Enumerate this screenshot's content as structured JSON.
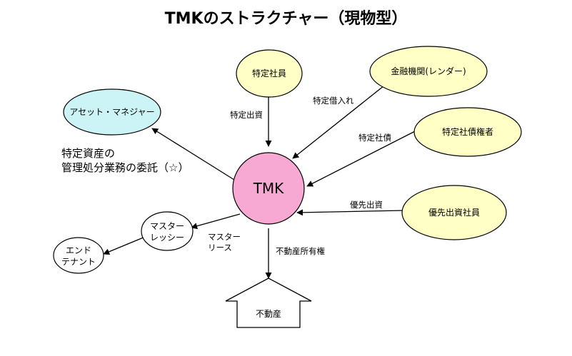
{
  "title": "TMKのストラクチャー（現物型）",
  "colors": {
    "tmk": "#f7a9d3",
    "asset_manager": "#ccf4f6",
    "investor": "#ffffc6",
    "white": "#ffffff",
    "stroke": "#000000"
  },
  "nodes": {
    "tmk": "TMK",
    "tokutei_shain": "特定社員",
    "lender": "金融機関(レンダー)",
    "bondholder": "特定社債権者",
    "preferred": "優先出資社員",
    "asset_manager": "アセット・マネジャー",
    "master_lessee": "マスター\nレッシー",
    "end_tenant": "エンド\nテナント",
    "real_estate": "不動産"
  },
  "edges": {
    "tokutei_shusshi": "特定出資",
    "tokutei_kariire": "特定借入れ",
    "tokutei_shasai": "特定社債",
    "yusen_shusshi": "優先出資",
    "master_lease": "マスター\nリース",
    "ownership": "不動産所有権"
  },
  "note": "特定資産の\n管理処分業務の委託（☆）"
}
